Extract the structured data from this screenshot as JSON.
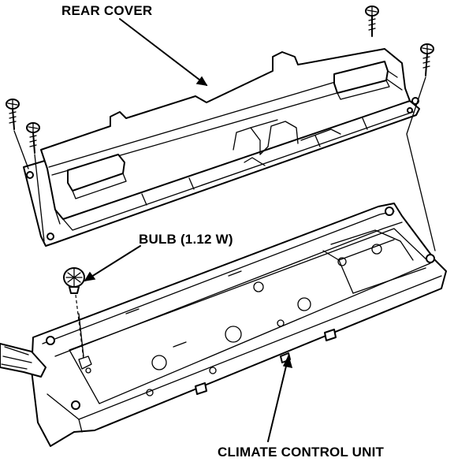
{
  "labels": {
    "rear_cover": "REAR COVER",
    "bulb": "BULB (1.12 W)",
    "climate_control_unit": "CLIMATE CONTROL UNIT"
  },
  "colors": {
    "line": "#000000",
    "background": "#ffffff"
  }
}
